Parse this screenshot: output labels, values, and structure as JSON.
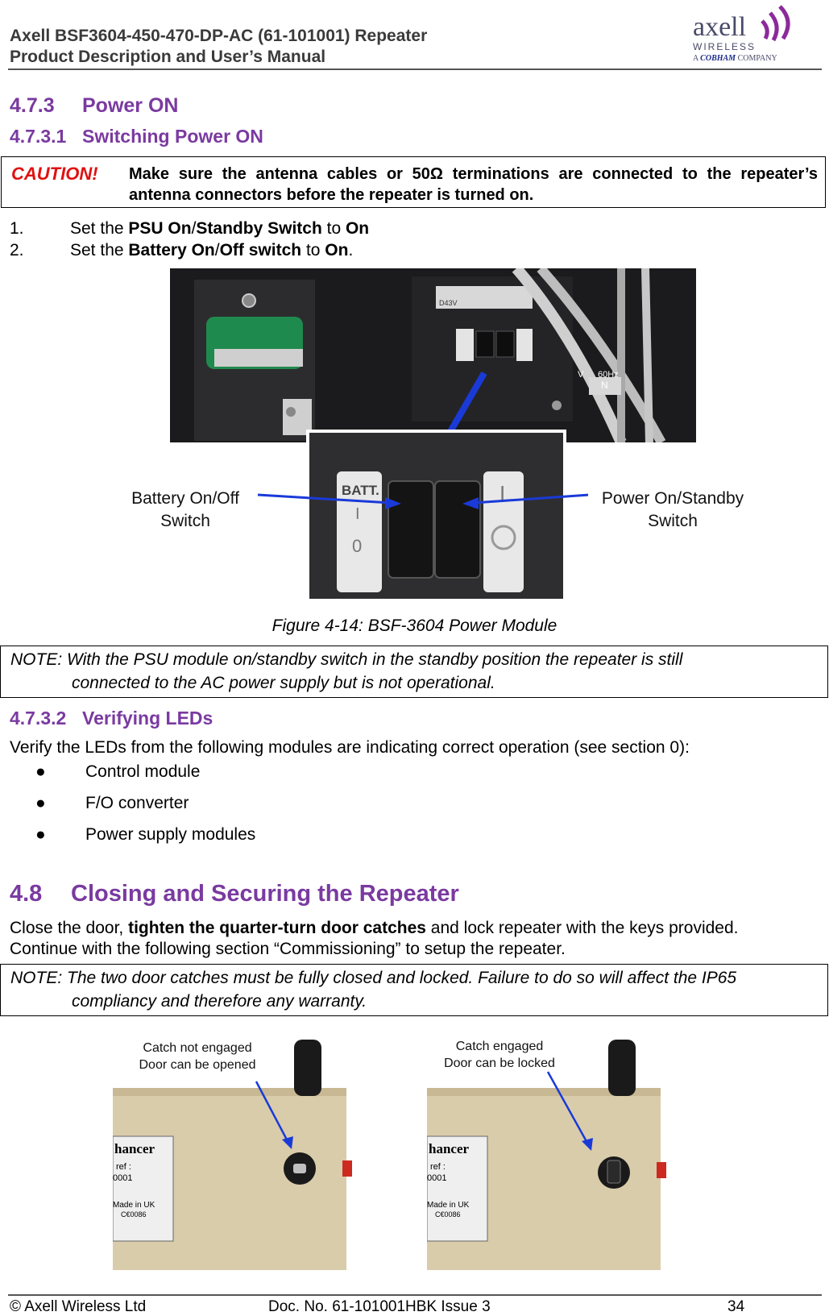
{
  "header": {
    "line1": "Axell BSF3604-450-470-DP-AC (61-101001) Repeater",
    "line2": "Product Description and User’s Manual",
    "logo_main": "axell",
    "logo_sub1": "WIRELESS",
    "logo_sub2_a": "A",
    "logo_sub2_brand": "COBHAM",
    "logo_sub2_b": "COMPANY"
  },
  "sec_473": {
    "num": "4.7.3",
    "title": "Power ON"
  },
  "sec_4731": {
    "num": "4.7.3.1",
    "title": "Switching Power ON"
  },
  "caution": {
    "label": "CAUTION!",
    "text": "Make sure the antenna cables or 50Ω terminations are connected to the repeater’s antenna connectors before the repeater is turned on."
  },
  "steps": [
    {
      "num": "1.",
      "pre": "Set the ",
      "b1": "PSU On",
      "mid1": "/",
      "b2": "Standby Switch",
      "mid2": " to ",
      "b3": "On",
      "post": ""
    },
    {
      "num": "2.",
      "pre": "Set the ",
      "b1": "Battery On",
      "mid1": "/",
      "b2": "Off switch",
      "mid2": " to ",
      "b3": "On",
      "post": "."
    }
  ],
  "figure1": {
    "label_left_1": "Battery On/Off",
    "label_left_2": "Switch",
    "label_right_1": "Power On/Standby",
    "label_right_2": "Switch",
    "batt_label": "BATT.",
    "batt_on": "I",
    "batt_off": "0",
    "power_on": "I",
    "caption": "Figure 4-14: BSF-3604 Power Module",
    "sticker_code": "D43V",
    "sticker_freq": "60Hz",
    "sticker_n": "N",
    "sticker_v": "V"
  },
  "note1": {
    "line1": "NOTE: With the PSU module on/standby switch in the standby position the repeater is still",
    "line2": "connected to the AC power supply but is not operational."
  },
  "sec_4732": {
    "num": "4.7.3.2",
    "title": "Verifying LEDs"
  },
  "leds_intro": "Verify the LEDs from the following modules are indicating correct operation (see section 0):",
  "bullets": [
    "Control module",
    "F/O converter",
    "Power supply modules"
  ],
  "bullet_glyph": "●",
  "sec_48": {
    "num": "4.8",
    "title": "Closing and Securing the Repeater"
  },
  "closing": {
    "pre": "Close the door, ",
    "bold": "tighten the quarter-turn door catches",
    "post": " and lock repeater with the keys provided.",
    "line2": "Continue with the following section “Commissioning” to setup the repeater."
  },
  "note2": {
    "line1": "NOTE: The two door catches must be fully closed and locked. Failure to do so will affect the IP65",
    "line2": "compliancy and therefore any warranty."
  },
  "figure2": {
    "left_label_1": "Catch not engaged",
    "left_label_2": "Door can be opened",
    "right_label_1": "Catch engaged",
    "right_label_2": "Door can be locked",
    "plate_title": "hancer",
    "plate_ref": "ref :",
    "plate_num": "0001",
    "plate_made": "Made in UK",
    "plate_ce": "C€0086"
  },
  "footer": {
    "left": "© Axell Wireless Ltd",
    "center": "Doc. No. 61-101001HBK Issue 3",
    "page": "34"
  }
}
